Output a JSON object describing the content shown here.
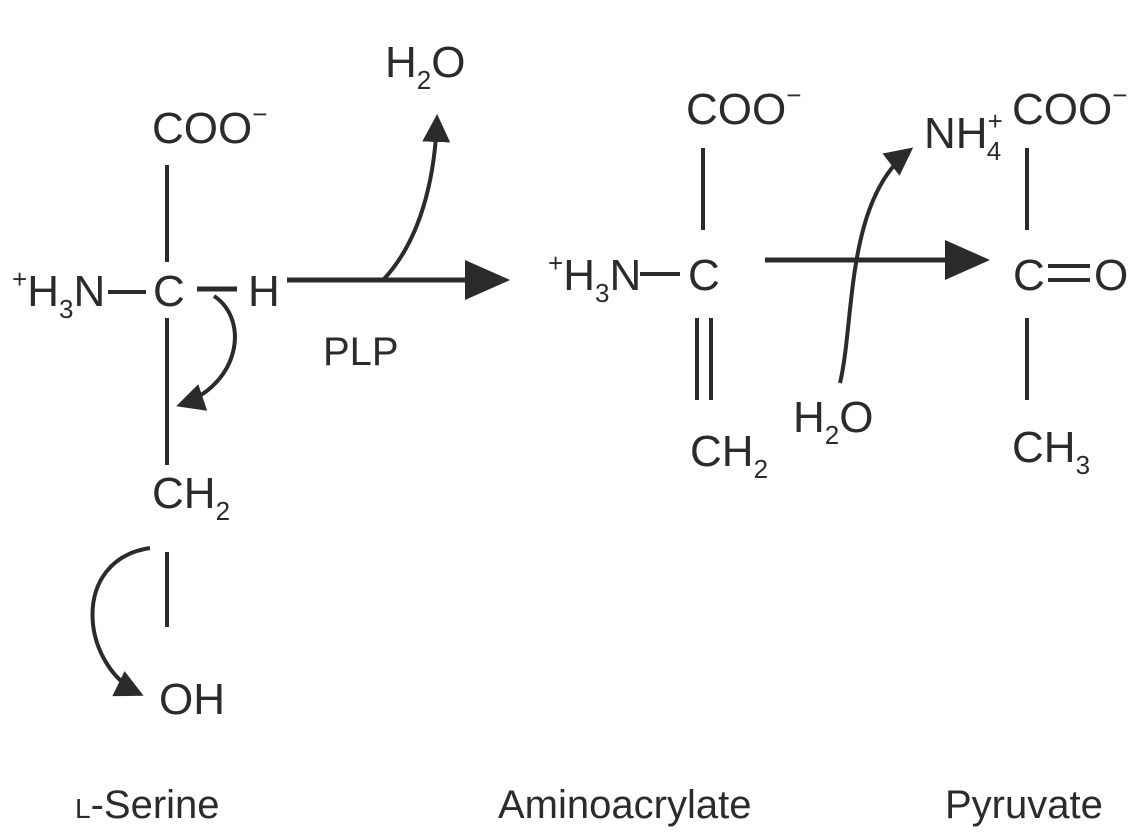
{
  "molecules": {
    "serine": {
      "carboxylate": "COO",
      "carboxylate_charge": "−",
      "amine_plus": "+",
      "amine": "H",
      "amine_sub": "3",
      "amine_n": "N",
      "carbon": "C",
      "hydrogen": "H",
      "methylene": "CH",
      "methylene_sub": "2",
      "hydroxyl": "OH",
      "name_prefix": "L",
      "name": "-Serine"
    },
    "aminoacrylate": {
      "carboxylate": "COO",
      "carboxylate_charge": "−",
      "amine_plus": "+",
      "amine": "H",
      "amine_sub": "3",
      "amine_n": "N",
      "carbon": "C",
      "methylene": "CH",
      "methylene_sub": "2",
      "name": "Aminoacrylate"
    },
    "pyruvate": {
      "carboxylate": "COO",
      "carboxylate_charge": "−",
      "carbon": "C",
      "oxygen": "O",
      "methyl": "CH",
      "methyl_sub": "3",
      "name": "Pyruvate"
    }
  },
  "step1": {
    "byproduct": "H",
    "byproduct_sub": "2",
    "byproduct_o": "O",
    "cofactor": "PLP"
  },
  "step2": {
    "reactant": "H",
    "reactant_sub": "2",
    "reactant_o": "O",
    "product": "NH",
    "product_sub": "4",
    "product_sup": "+"
  }
}
